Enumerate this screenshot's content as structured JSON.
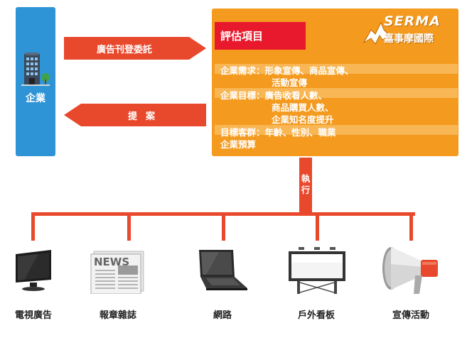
{
  "company": {
    "label": "企業"
  },
  "arrows": {
    "to_agency": "廣告刊登委託",
    "to_company": "提案"
  },
  "panel": {
    "title": "評估項目",
    "logo_en": "SERMA",
    "logo_zh": "嘉事摩國際",
    "lines": [
      "企業需求：形象宣傳、商品宣傳、",
      "活動宣傳",
      "企業目標：廣告收看人數、",
      "商品購買人數、",
      "企業知名度提升",
      "目標客群：年齡、性別、職業",
      "企業預算"
    ]
  },
  "execute": {
    "label": "執行"
  },
  "media": [
    {
      "label": "電視廣告",
      "icon": "tv-icon"
    },
    {
      "label": "報章雜誌",
      "icon": "newspaper-icon"
    },
    {
      "label": "網路",
      "icon": "laptop-icon"
    },
    {
      "label": "戶外看板",
      "icon": "billboard-icon"
    },
    {
      "label": "宣傳活動",
      "icon": "megaphone-icon"
    }
  ],
  "newspaper_masthead": "NEWS",
  "colors": {
    "company_blue": "#2f94d6",
    "panel_orange": "#f39a1f",
    "title_red": "#e8192c",
    "connector_red": "#e8482c"
  }
}
